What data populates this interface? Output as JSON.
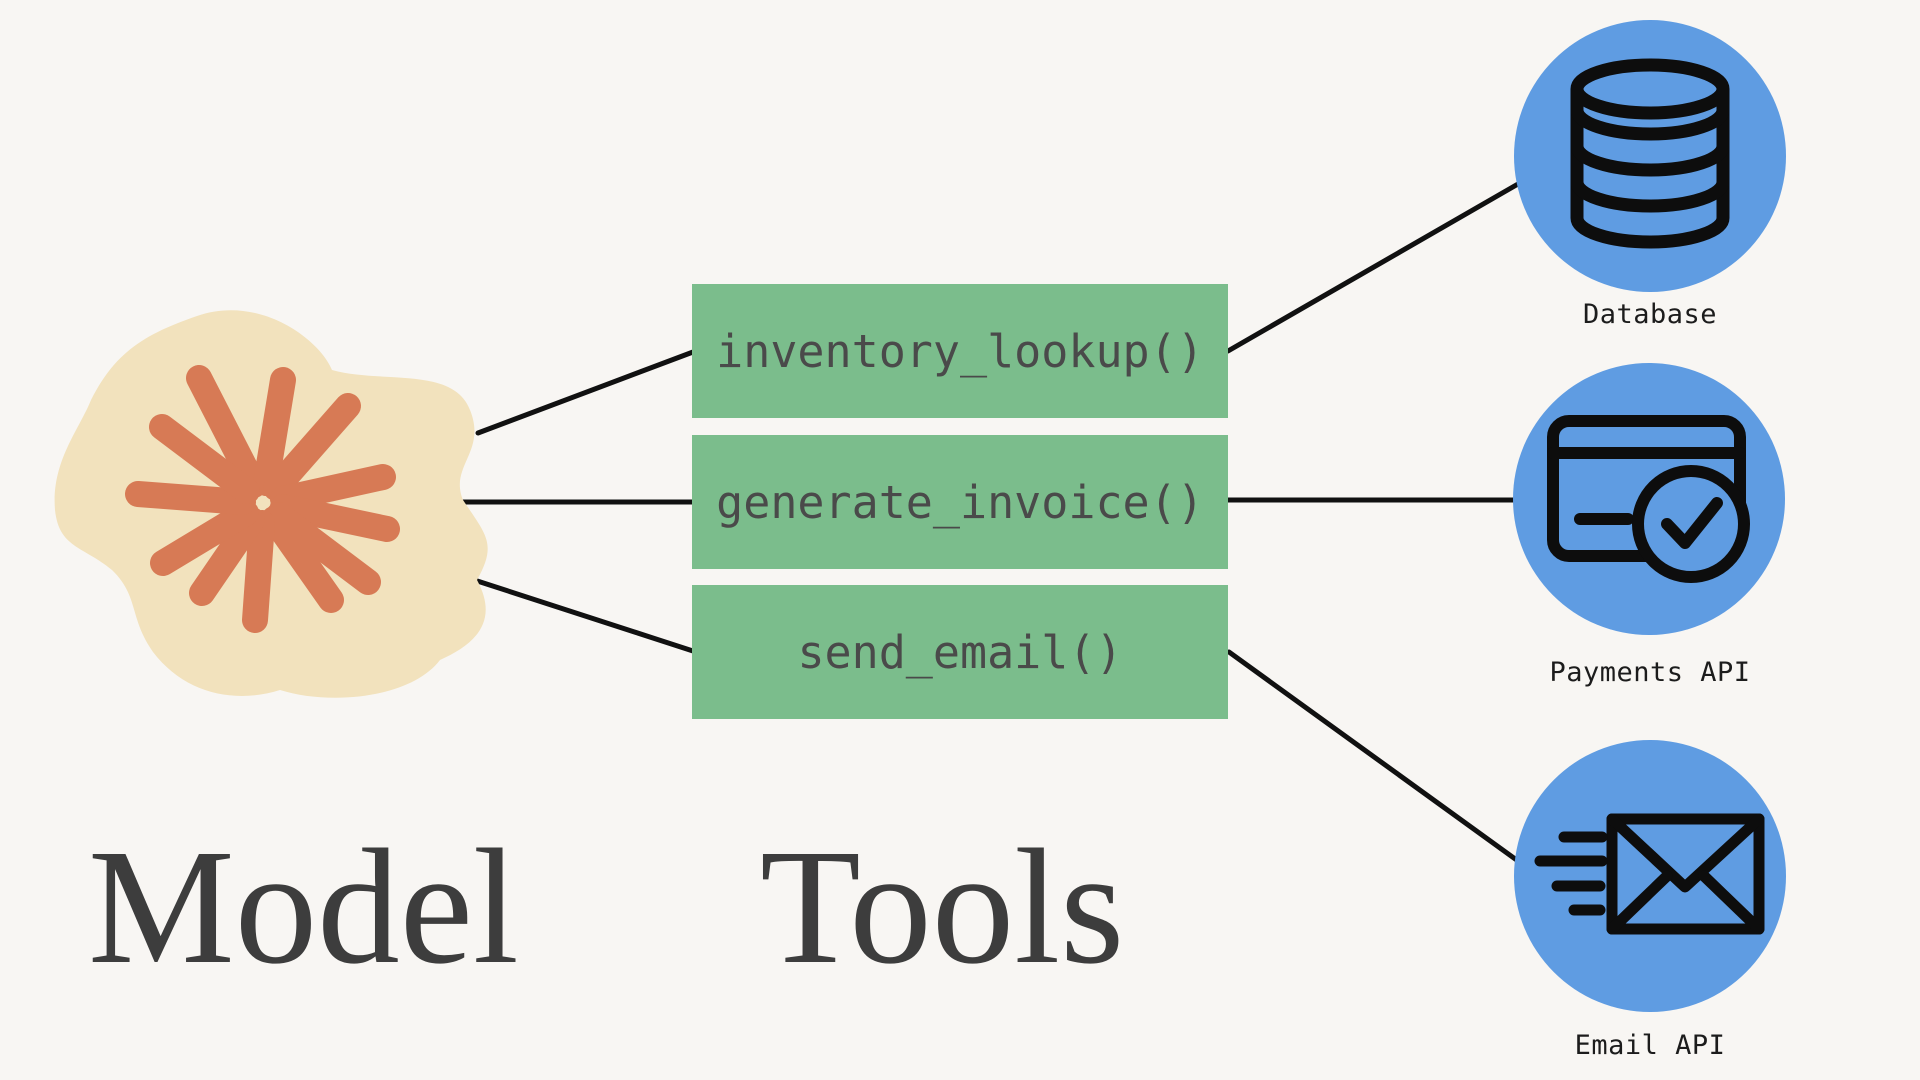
{
  "headings": {
    "model": "Model",
    "tools": "Tools"
  },
  "tools": [
    {
      "label": "inventory_lookup()"
    },
    {
      "label": "generate_invoice()"
    },
    {
      "label": "send_email()"
    }
  ],
  "services": [
    {
      "label": "Database",
      "icon": "database-icon"
    },
    {
      "label": "Payments API",
      "icon": "credit-card-check-icon"
    },
    {
      "label": "Email API",
      "icon": "email-send-icon"
    }
  ],
  "colors": {
    "background": "#f8f6f3",
    "tool_box": "#7bbd8c",
    "service_circle": "#5f9ce2",
    "model_blob": "#f2e2bd",
    "model_starburst": "#d77a55",
    "connector": "#111111",
    "icon_stroke": "#0d0d0d",
    "heading_text": "#3d3d3d",
    "code_text": "#4a4a4a",
    "label_text": "#1c1c1c"
  }
}
